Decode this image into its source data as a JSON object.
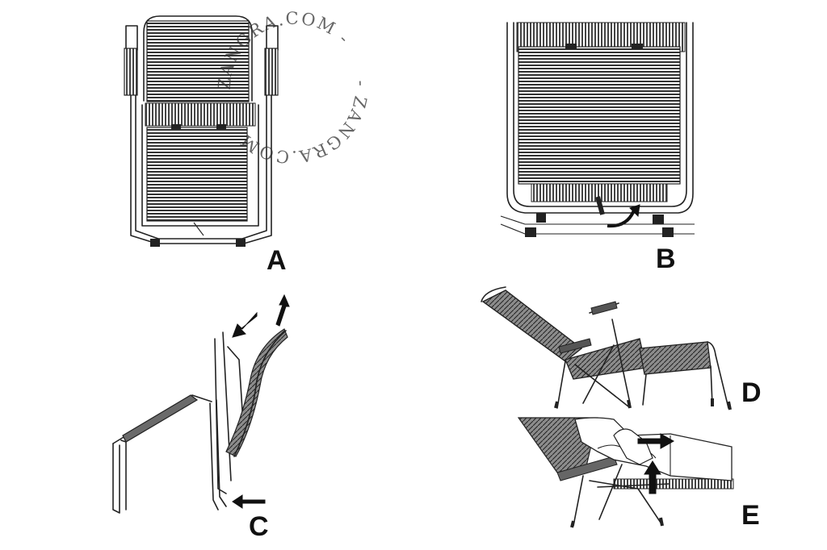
{
  "labels": {
    "a": "A",
    "b": "B",
    "c": "C",
    "d": "D",
    "e": "E"
  },
  "watermark": {
    "text_1": "ZANGRA.COM -",
    "text_2": "- ZANGRA.COM"
  }
}
